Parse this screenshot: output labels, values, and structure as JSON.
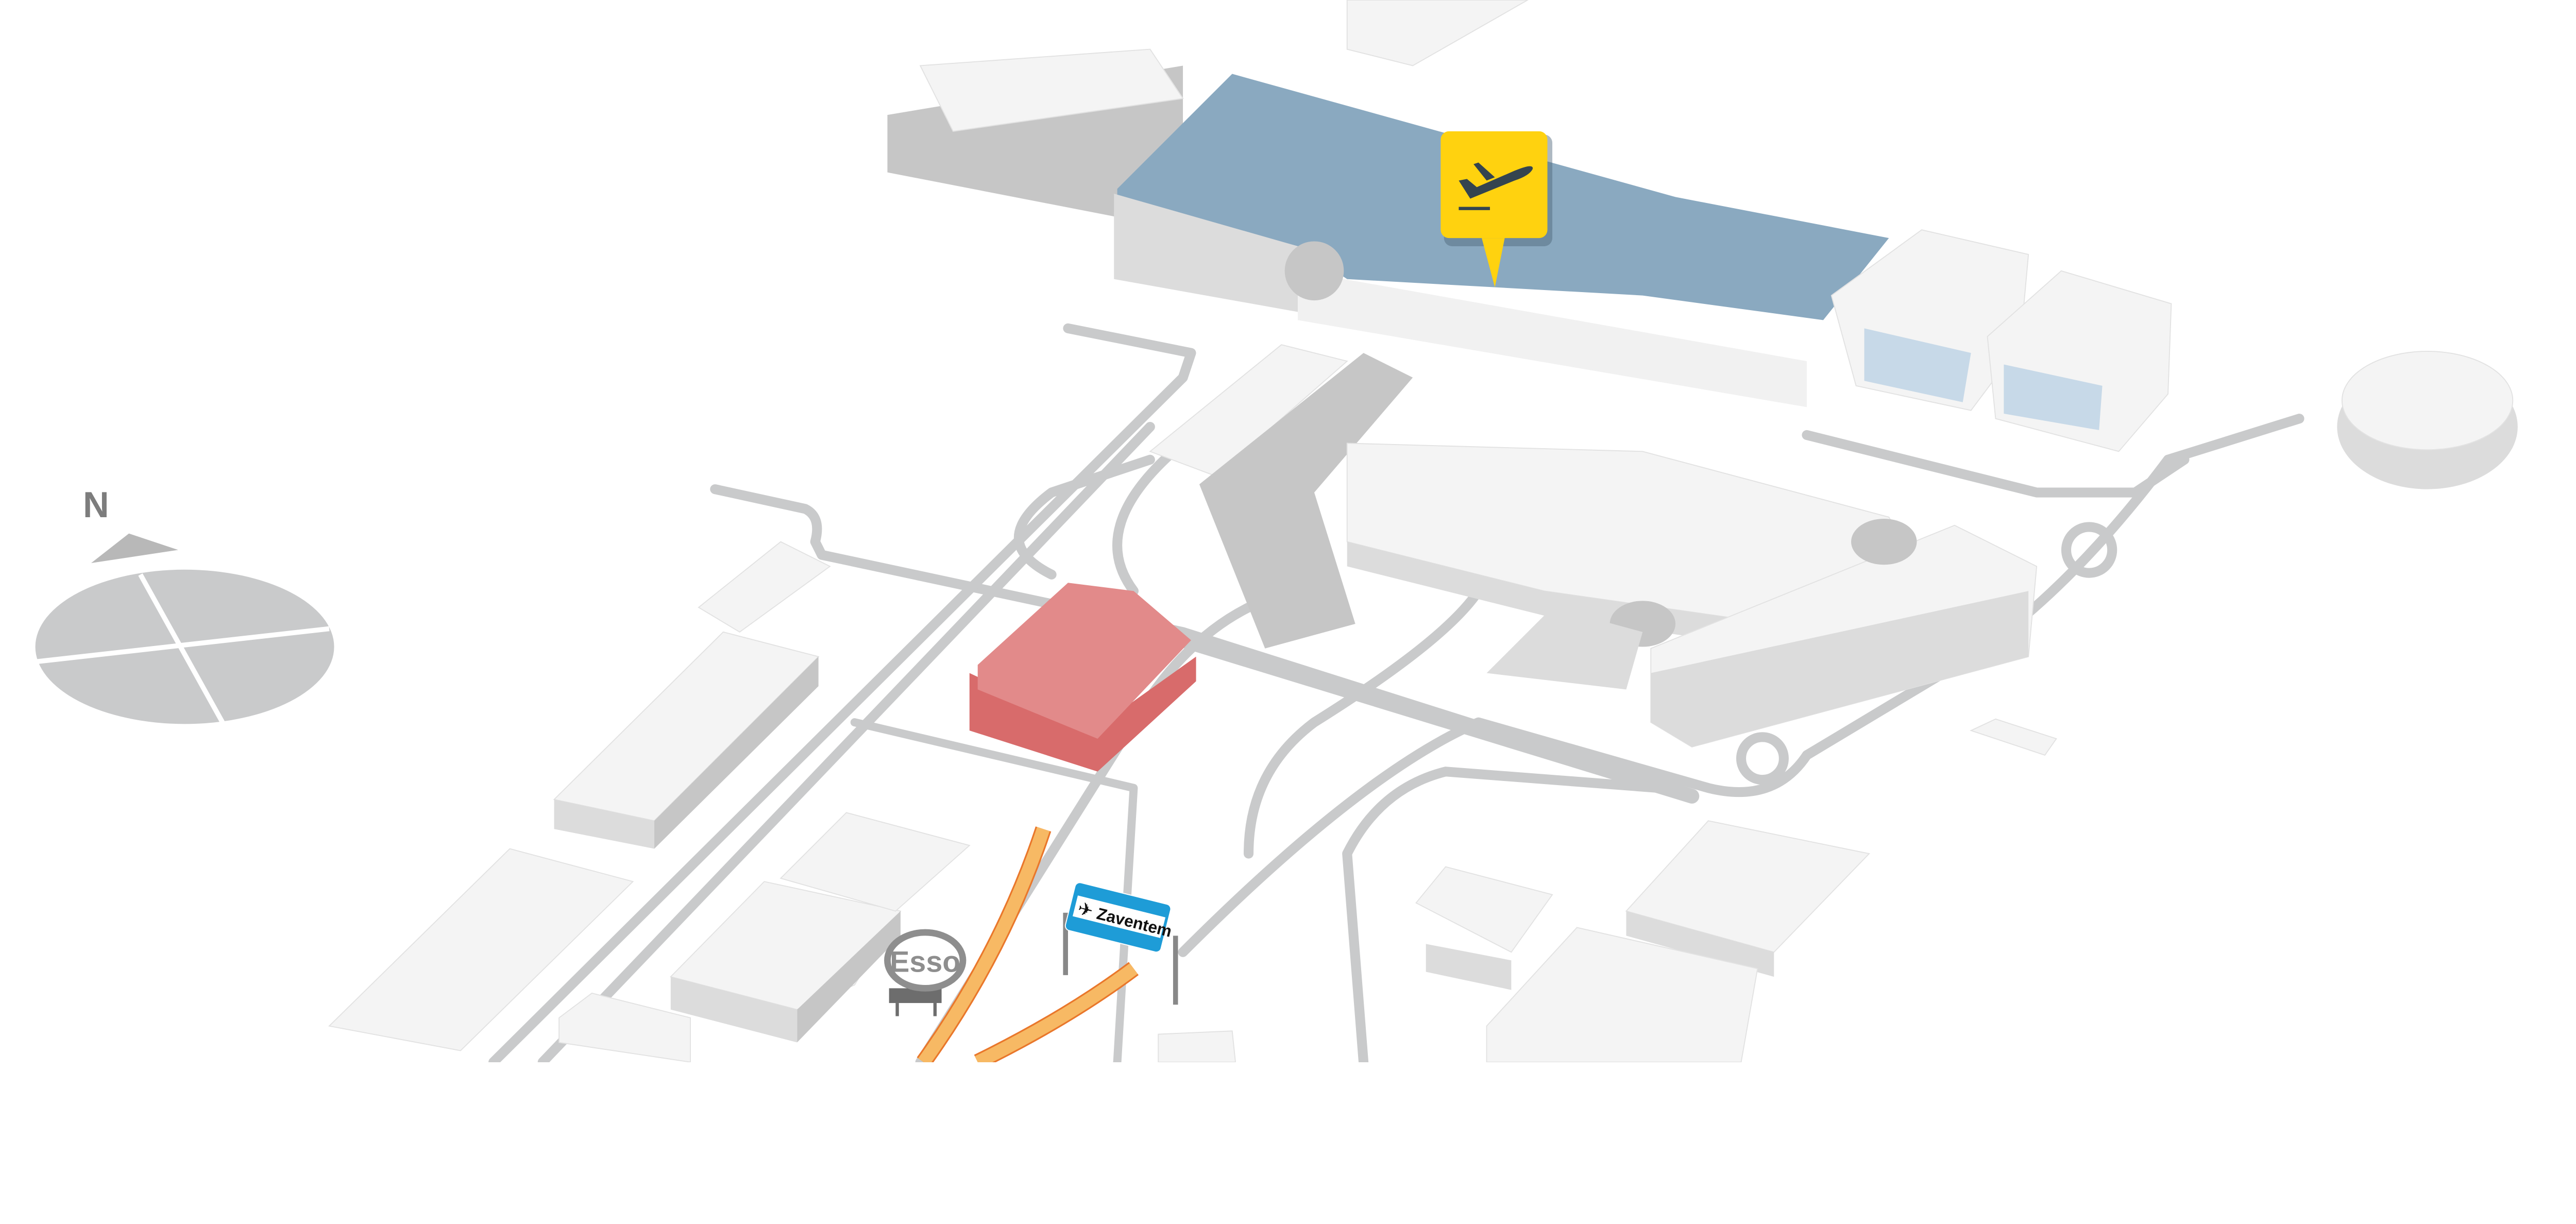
{
  "compass": {
    "label": "N"
  },
  "markers": {
    "terminal": {
      "icon": "airplane-departure-icon",
      "color": "#FFD20F"
    },
    "parking": {
      "color": "#E28A8A"
    }
  },
  "esso": {
    "label": "Esso"
  },
  "road_sign": {
    "label": "Zaventem",
    "icon": "airplane-icon",
    "color": "#1E9CD7"
  },
  "colors": {
    "terminal_roof": "#8AA9C0",
    "motorway": "#F7B964",
    "road": "#C9CACB"
  }
}
